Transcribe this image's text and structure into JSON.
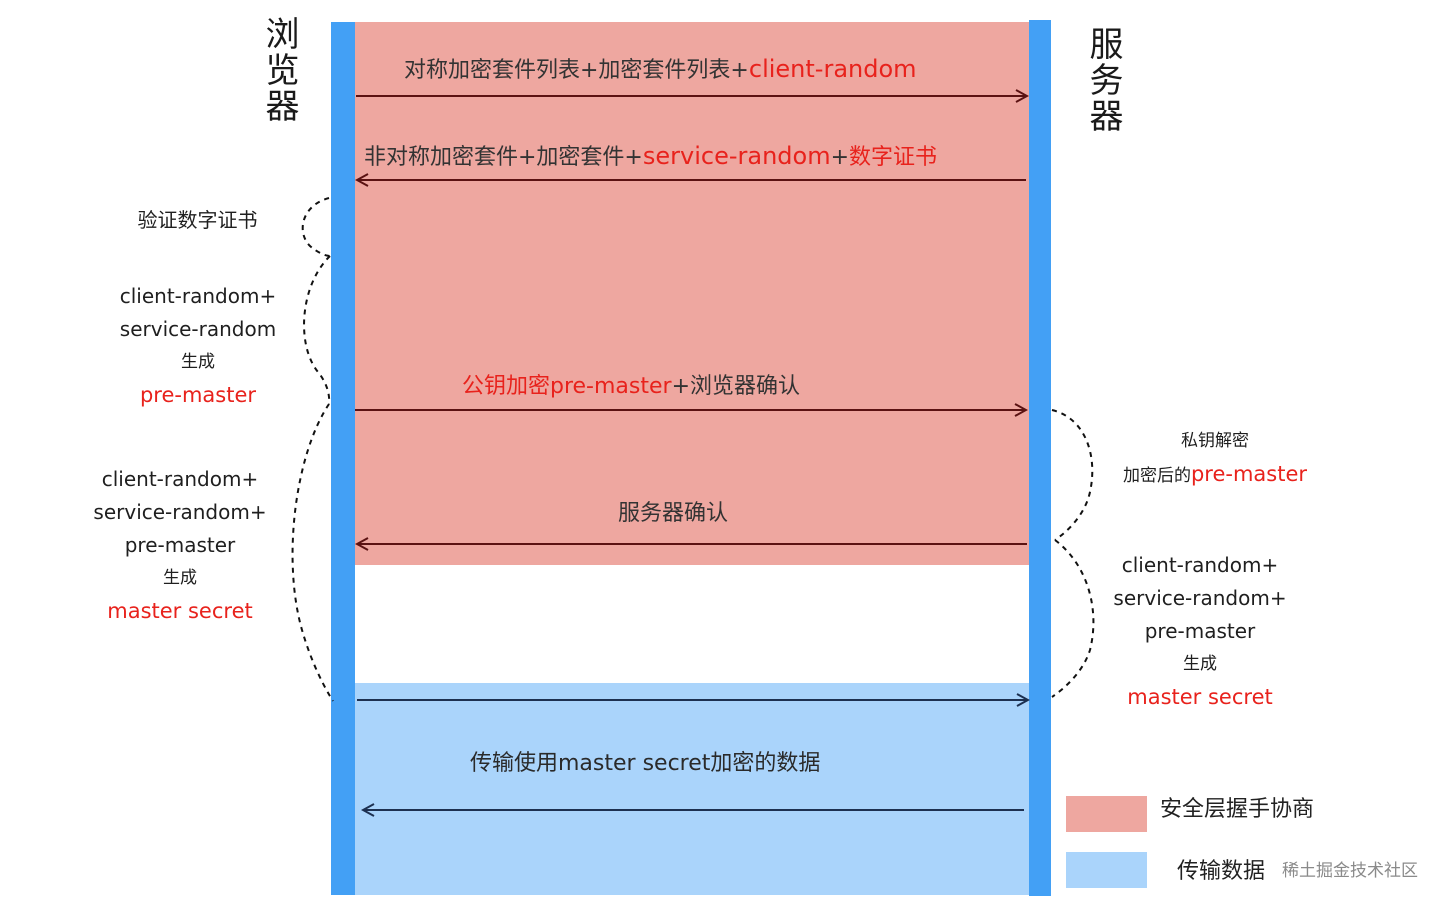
{
  "actors": {
    "browser": "浏览器",
    "server": "服务器"
  },
  "messages": [
    {
      "plain": "对称加密套件列表+加密套件列表+",
      "highlight": "client-random",
      "tail": ""
    },
    {
      "plain": "非对称加密套件+加密套件+",
      "highlight": "service-random",
      "middle": "+",
      "highlight2": "数字证书"
    },
    {
      "highlight": "公钥加密pre-master",
      "plain": "+浏览器确认"
    },
    {
      "plain": "服务器确认"
    },
    {
      "plain": "传输使用master secret加密的数据"
    }
  ],
  "browser_notes": {
    "verify": "验证数字证书",
    "premaster_line1": "client-random+",
    "premaster_line2": "service-random",
    "premaster_line3": "生成",
    "premaster_line4": "pre-master",
    "master_line1": "client-random+",
    "master_line2": "service-random+",
    "master_line3": "pre-master",
    "master_line4": "生成",
    "master_line5": "master secret"
  },
  "server_notes": {
    "decrypt_line1": "私钥解密",
    "decrypt_line2_plain": "加密后的",
    "decrypt_line2_red": "pre-master",
    "master_line1": "client-random+",
    "master_line2": "service-random+",
    "master_line3": "pre-master",
    "master_line4": "生成",
    "master_line5": "master secret"
  },
  "legend": [
    {
      "label": "安全层握手协商",
      "color": "#eea7a0"
    },
    {
      "label": "传输数据",
      "color": "#aad4fb"
    }
  ],
  "watermark": "稀土掘金技术社区",
  "colors": {
    "lifeline": "#43a0f5",
    "handshake": "#eea7a0",
    "transfer": "#aad4fb",
    "arrow_handshake": "#5b1212",
    "arrow_transfer": "#1d3050",
    "accent_red": "#e8221c"
  }
}
